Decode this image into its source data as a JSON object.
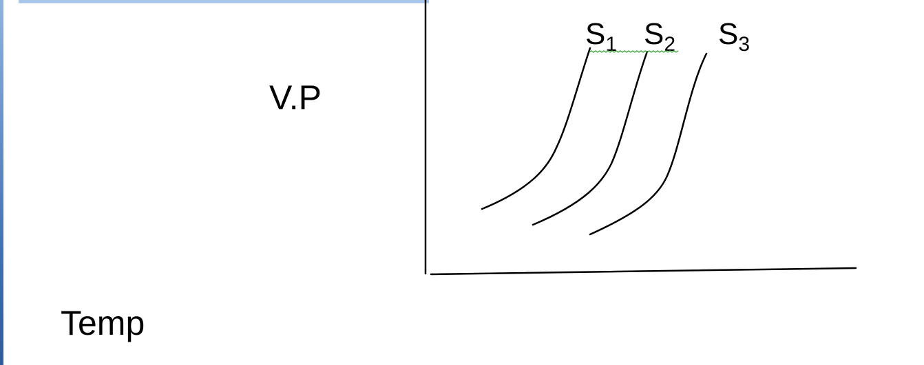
{
  "labels": {
    "y_axis": "V.P",
    "x_axis": "Temp"
  },
  "curves": [
    {
      "letter": "S",
      "subscript": "1"
    },
    {
      "letter": "S",
      "subscript": "2"
    },
    {
      "letter": "S",
      "subscript": "3"
    }
  ],
  "colors": {
    "ink": "#000000",
    "spellcheck_underline": "#4ca64c",
    "slide_accent": "#3f6fb5"
  }
}
